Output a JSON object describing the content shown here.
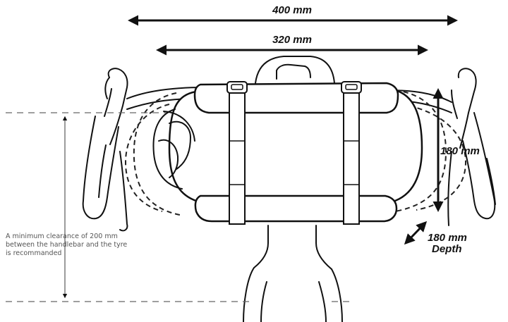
{
  "dimensions": {
    "width_outer": "400 mm",
    "width_inner": "320 mm",
    "height": "180 mm",
    "depth_value": "180 mm",
    "depth_label": "Depth"
  },
  "clearance_note": {
    "line1": "A minimum clearance of 200 mm",
    "line2": "between the handlebar and the tyre",
    "line3": "is recommanded"
  }
}
